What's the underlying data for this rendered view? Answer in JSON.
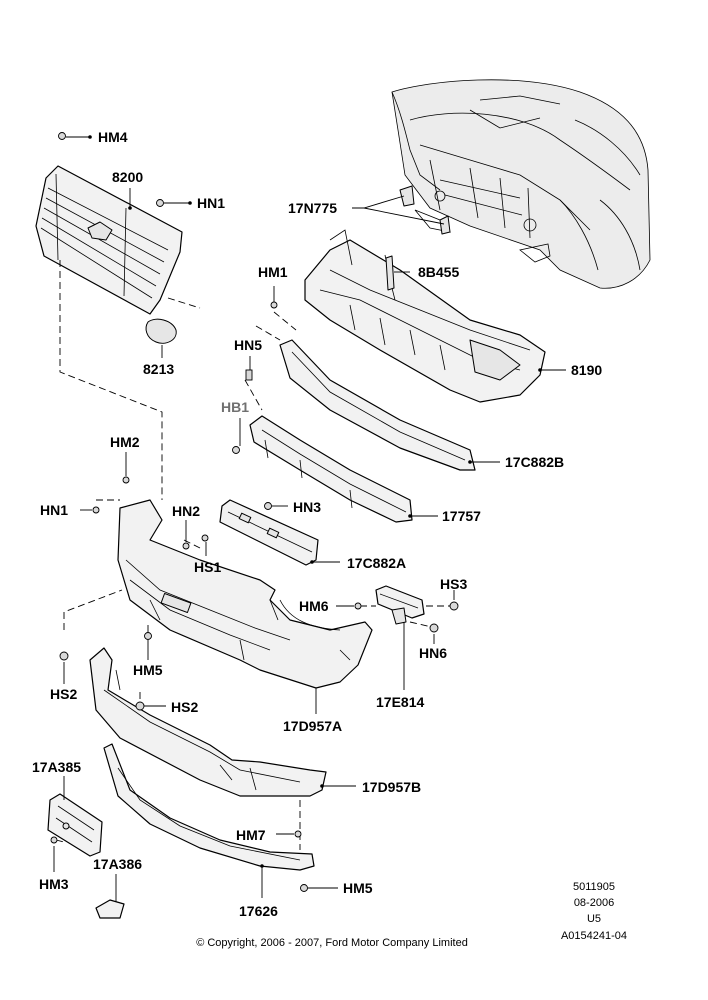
{
  "labels": {
    "HM4": "HM4",
    "p8200": "8200",
    "HN1_top": "HN1",
    "p17N775": "17N775",
    "HM1": "HM1",
    "p8B455": "8B455",
    "HN5_top": "HN5",
    "p8213": "8213",
    "p8190": "8190",
    "HB1": "HB1",
    "p17C882B": "17C882B",
    "HM2": "HM2",
    "HN1_left": "HN1",
    "HN2": "HN2",
    "HN3": "HN3",
    "p17757": "17757",
    "HS1": "HS1",
    "p17C882A": "17C882A",
    "HS3": "HS3",
    "HM6": "HM6",
    "HN6": "HN6",
    "HM5_mid": "HM5",
    "HS2_left": "HS2",
    "p17E814": "17E814",
    "HS2_mid": "HS2",
    "p17D957A": "17D957A",
    "p17A385": "17A385",
    "p17D957B": "17D957B",
    "HM7": "HM7",
    "HM3": "HM3",
    "p17A386": "17A386",
    "HM5_bot": "HM5",
    "p17626": "17626"
  },
  "reference": {
    "line1": "5011905",
    "line2": "08-2006",
    "line3": "U5",
    "line4": "A0154241-04"
  },
  "copyright": "© Copyright, 2006 - 2007, Ford Motor Company Limited",
  "colors": {
    "label": "#000000",
    "label_gray": "#707070",
    "part_fill": "#f2f2f2"
  }
}
